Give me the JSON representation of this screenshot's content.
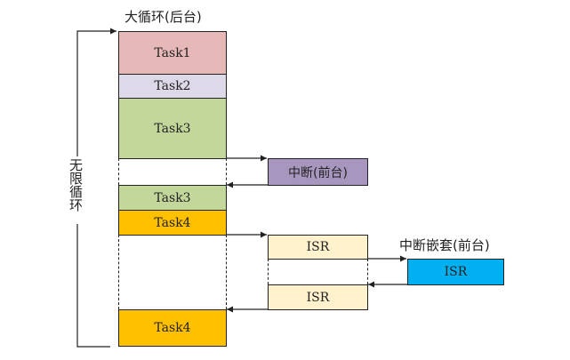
{
  "title_background": "大循环(后台)",
  "loop_label": "无限循环",
  "interrupt_label": "中断(前台)",
  "nested_label": "中断嵌套(前台)",
  "blocks": {
    "task1": "Task1",
    "task2": "Task2",
    "task3a": "Task3",
    "task3b": "Task3",
    "task4a": "Task4",
    "task4b": "Task4",
    "isr1": "ISR",
    "isr2": "ISR",
    "isr_nested": "ISR"
  },
  "colors": {
    "task1": "#e6b8b7",
    "task2": "#ddd9e8",
    "task3": "#c4d79b",
    "task4": "#ffc000",
    "interrupt": "#a797bf",
    "isr": "#fff2cc",
    "isr_nested": "#00b0f0"
  }
}
